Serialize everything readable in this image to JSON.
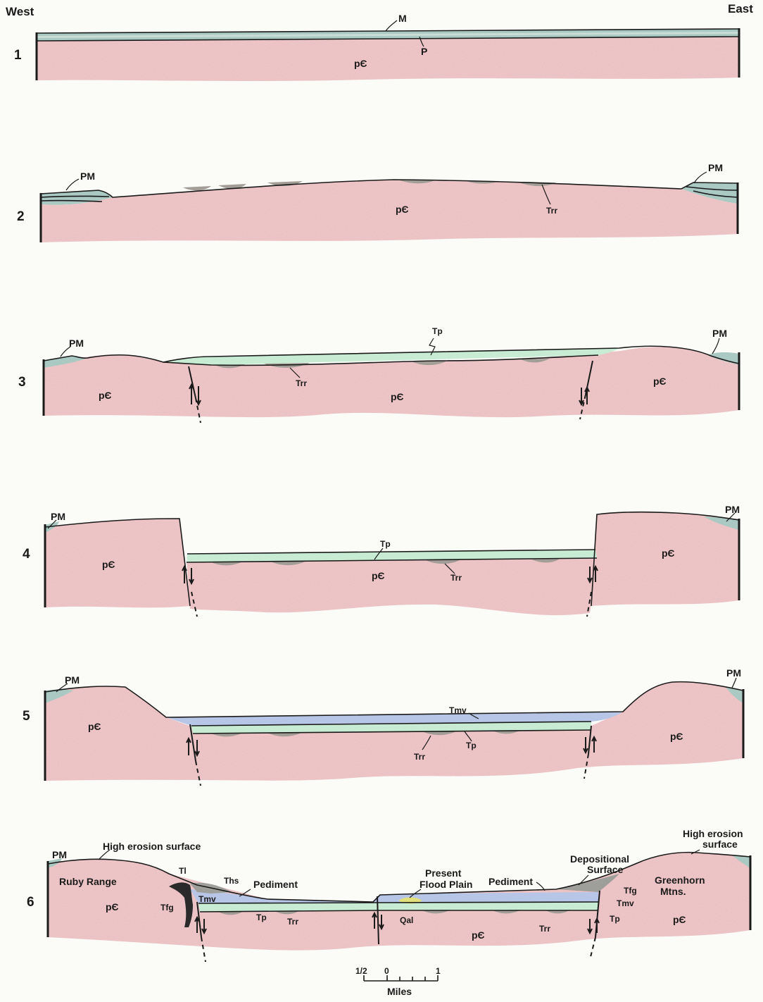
{
  "orientation": {
    "west": "West",
    "east": "East"
  },
  "colors": {
    "precambrian": "#f3c9cb",
    "paleozoic_mesozoic": "#a9c9c2",
    "paleozoic_mesozoic_band": "#c9ddd6",
    "tertiary_p": "#c8ecd3",
    "tertiary_mv": "#b7c6e6",
    "tertiary_rr": "#a39d97",
    "tertiary_fg": "#9e9e9a",
    "alluvium": "#e1e07a",
    "outline": "#1a1a1a"
  },
  "stages": [
    {
      "number": "1",
      "labels": {
        "m": "M",
        "p": "P",
        "pc": "pЄ"
      }
    },
    {
      "number": "2",
      "labels": {
        "pm_west": "PM",
        "pm_east": "PM",
        "pc": "pЄ",
        "trr": "Trr"
      }
    },
    {
      "number": "3",
      "labels": {
        "pm_west": "PM",
        "pm_east": "PM",
        "tp": "Tp",
        "trr": "Trr",
        "pc_west": "pЄ",
        "pc_mid": "pЄ",
        "pc_east": "pЄ"
      }
    },
    {
      "number": "4",
      "labels": {
        "pm_west": "PM",
        "pm_east": "PM",
        "tp": "Tp",
        "trr": "Trr",
        "pc_west": "pЄ",
        "pc_mid": "pЄ",
        "pc_east": "pЄ"
      }
    },
    {
      "number": "5",
      "labels": {
        "pm_west": "PM",
        "pm_east": "PM",
        "tmv": "Tmv",
        "tp": "Tp",
        "trr": "Trr",
        "pc_west": "pЄ",
        "pc_east": "pЄ"
      }
    },
    {
      "number": "6",
      "labels": {
        "pm_west": "PM",
        "high_erosion_west": "High erosion surface",
        "ruby_range": "Ruby Range",
        "pc_west": "pЄ",
        "tl": "Tl",
        "tfg_west": "Tfg",
        "ths": "Ths",
        "tmv_west": "Tmv",
        "pediment_west": "Pediment",
        "tp_west": "Tp",
        "trr_west": "Trr",
        "present_line1": "Present",
        "present_line2": "Flood Plain",
        "qal": "Qal",
        "pc_mid": "pЄ",
        "pediment_east": "Pediment",
        "depositional_line1": "Depositional",
        "depositional_line2": "Surface",
        "tfg_east": "Tfg",
        "tmv_east": "Tmv",
        "tp_east": "Tp",
        "trr_east": "Trr",
        "high_erosion_east_line1": "High erosion",
        "high_erosion_east_line2": "surface",
        "greenhorn_line1": "Greenhorn",
        "greenhorn_line2": "Mtns.",
        "pc_east": "pЄ"
      }
    }
  ],
  "scale": {
    "ticks": [
      "1/2",
      "0",
      "1"
    ],
    "unit": "Miles"
  }
}
